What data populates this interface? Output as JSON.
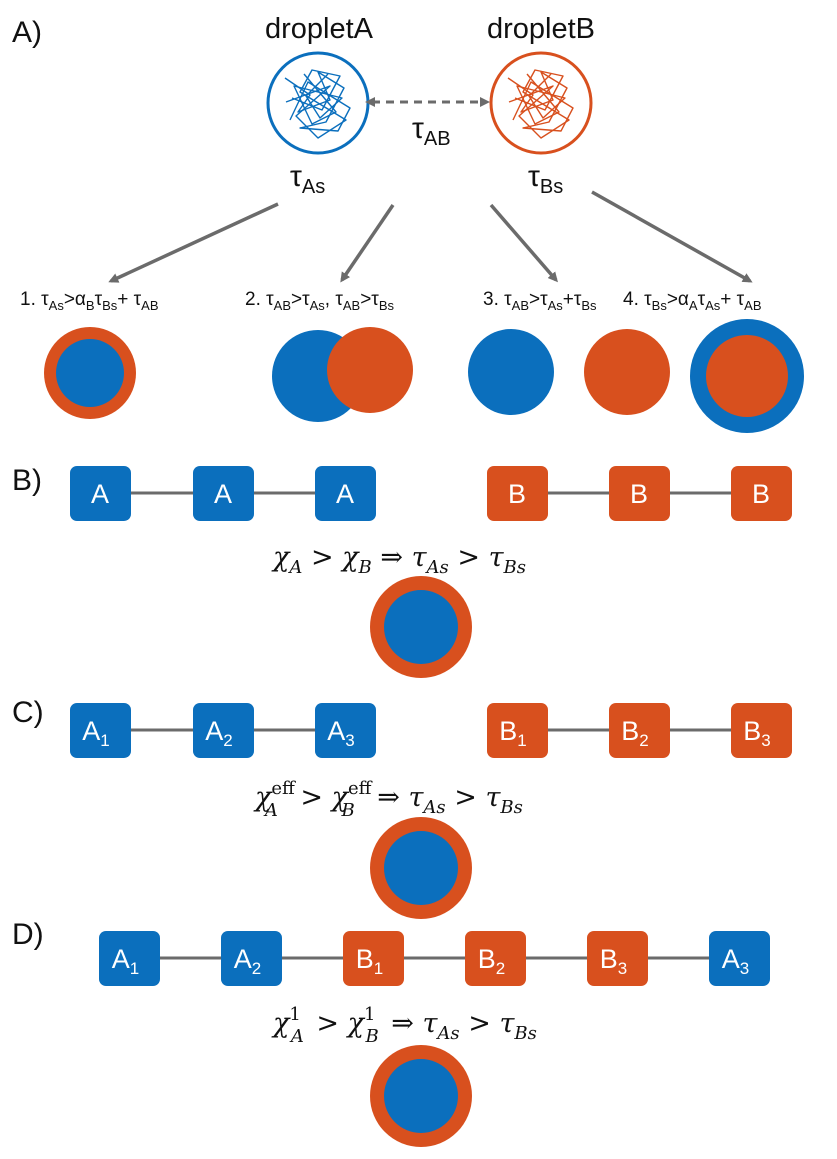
{
  "colors": {
    "blue": "#0b6fbd",
    "orange": "#d8501e",
    "arrow": "#6b6b6b",
    "link": "#6b6b6b"
  },
  "panelA": {
    "label": "A)",
    "dropletA": {
      "title": "dropletA",
      "tau": "τ",
      "tau_sub": "As"
    },
    "dropletB": {
      "title": "dropletB",
      "tau": "τ",
      "tau_sub": "Bs"
    },
    "interaction": {
      "tau": "τ",
      "tau_sub": "AB"
    },
    "outcomes": [
      {
        "number": "1.",
        "parts": [
          "τ",
          "As",
          ">α",
          "B",
          "τ",
          "Bs",
          "+ τ",
          "AB"
        ],
        "morphology": "core-shell: blue core, orange shell"
      },
      {
        "number": "2.",
        "parts": [
          "τ",
          "AB",
          ">τ",
          "As",
          ", τ",
          "AB",
          ">τ",
          "Bs"
        ],
        "morphology": "partially engulfed droplets"
      },
      {
        "number": "3.",
        "parts": [
          "τ",
          "AB",
          ">τ",
          "As",
          "+τ",
          "Bs"
        ],
        "morphology": "separate droplets"
      },
      {
        "number": "4.",
        "parts": [
          "τ",
          "Bs",
          ">α",
          "A",
          "τ",
          "As",
          "+ τ",
          "AB"
        ],
        "morphology": "core-shell: orange core, blue shell"
      }
    ]
  },
  "panelB": {
    "label": "B)",
    "chainA": [
      {
        "label": "A",
        "sub": ""
      },
      {
        "label": "A",
        "sub": ""
      },
      {
        "label": "A",
        "sub": ""
      }
    ],
    "chainB": [
      {
        "label": "B",
        "sub": ""
      },
      {
        "label": "B",
        "sub": ""
      },
      {
        "label": "B",
        "sub": ""
      }
    ],
    "equation": {
      "chi": "χ",
      "a_sub": "A",
      "gt": " > ",
      "b_sub": "B",
      "implies": " ⇒ ",
      "tau": "τ",
      "tau_a_sub": "As",
      "tau_b_sub": "Bs"
    }
  },
  "panelC": {
    "label": "C)",
    "chainA": [
      {
        "label": "A",
        "sub": "1"
      },
      {
        "label": "A",
        "sub": "2"
      },
      {
        "label": "A",
        "sub": "3"
      }
    ],
    "chainB": [
      {
        "label": "B",
        "sub": "1"
      },
      {
        "label": "B",
        "sub": "2"
      },
      {
        "label": "B",
        "sub": "3"
      }
    ],
    "equation": {
      "chi": "χ",
      "sup": "eff",
      "a_sub": "A",
      "gt": " > ",
      "b_sub": "B",
      "implies": " ⇒ ",
      "tau": "τ",
      "tau_a_sub": "As",
      "tau_b_sub": "Bs"
    }
  },
  "panelD": {
    "label": "D)",
    "chain": [
      {
        "label": "A",
        "sub": "1",
        "color": "blue"
      },
      {
        "label": "A",
        "sub": "2",
        "color": "blue"
      },
      {
        "label": "B",
        "sub": "1",
        "color": "orange"
      },
      {
        "label": "B",
        "sub": "2",
        "color": "orange"
      },
      {
        "label": "B",
        "sub": "3",
        "color": "orange"
      },
      {
        "label": "A",
        "sub": "3",
        "color": "blue"
      }
    ],
    "equation": {
      "chi": "χ",
      "sup": "1",
      "a_sub": "A",
      "gt": " > ",
      "b_sub": "B",
      "implies": " ⇒ ",
      "tau": "τ",
      "tau_a_sub": "As",
      "tau_b_sub": "Bs"
    }
  }
}
